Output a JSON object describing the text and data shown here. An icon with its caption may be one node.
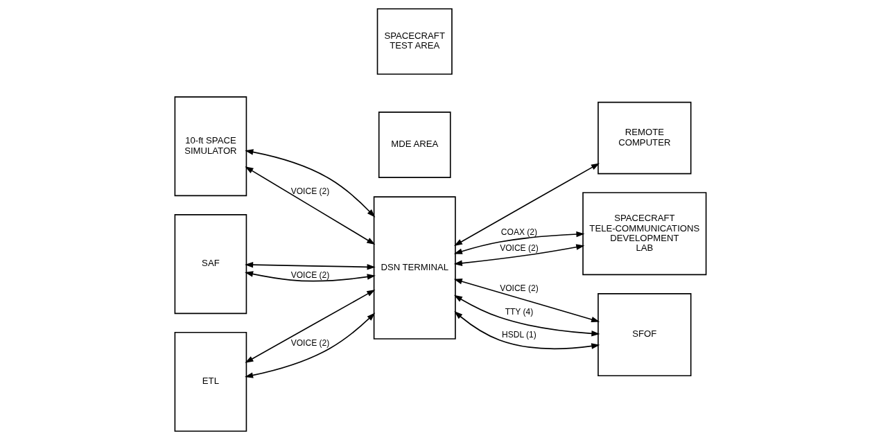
{
  "diagram": {
    "nodes": [
      {
        "text": [
          "10-ft SPACE SIMULATOR"
        ]
      },
      {
        "text": [
          "SAF"
        ]
      },
      {
        "text": [
          "ETL"
        ]
      },
      {
        "text": [
          "SPACECRAFT TEST AREA"
        ]
      },
      {
        "text": [
          "MDE AREA"
        ]
      },
      {
        "text": [
          "DSN TERMINAL"
        ]
      },
      {
        "text": [
          "REMOTE COMPUTER"
        ]
      },
      {
        "text": [
          "SPACECRAFT TELE-COMMUNICATIONS DEVELOPMENT LAB"
        ]
      },
      {
        "text": [
          "SFOF"
        ]
      }
    ],
    "edges": [
      {
        "from": 0,
        "to": 5,
        "arrow": "both"
      },
      {
        "from": 1,
        "to": 5,
        "arrow": "both"
      },
      {
        "from": 2,
        "to": 5,
        "arrow": "both"
      },
      {
        "from": 5,
        "to": 6,
        "arrow": "both"
      },
      {
        "from": 5,
        "to": 7,
        "arrow": "both",
        "label": "COAX (2)"
      },
      {
        "from": 5,
        "to": 7,
        "arrow": "both",
        "label": "VOICE (2)"
      },
      {
        "from": 5,
        "to": 8,
        "arrow": "both",
        "label": "VOICE (2)"
      },
      {
        "from": 5,
        "to": 8,
        "arrow": "both",
        "label": "TTY (4)"
      },
      {
        "from": 5,
        "to": 8,
        "arrow": "both",
        "label": "HSDL (1)"
      },
      {
        "from": 2,
        "to": 5,
        "arrow": "both",
        "label": "VOICE (2)"
      },
      {
        "from": 1,
        "to": 5,
        "arrow": "both",
        "label": "VOICE (2)"
      },
      {
        "from": 0,
        "to": 5,
        "arrow": "both",
        "label": "VOICE (2)"
      }
    ]
  }
}
